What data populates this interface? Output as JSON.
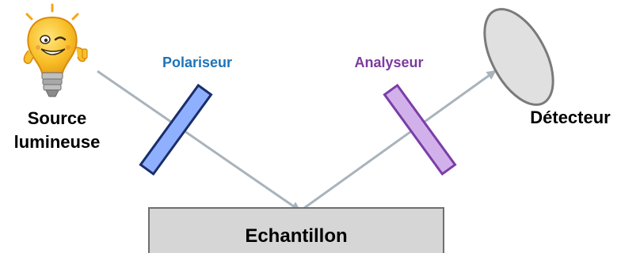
{
  "diagram": {
    "source_label_line1": "Source",
    "source_label_line2": "lumineuse",
    "polarizer_label": "Polariseur",
    "analyzer_label": "Analyseur",
    "detector_label": "Détecteur",
    "sample_label": "Echantillon"
  },
  "colors": {
    "beam": "#a9b3bc",
    "polarizer_fill": "#8fb0ff",
    "polarizer_stroke": "#1a2d6b",
    "polarizer_text": "#1f73b7",
    "analyzer_fill": "#d2b1ea",
    "analyzer_stroke": "#7a3ea8",
    "analyzer_text": "#7b3aa0",
    "detector_fill": "#e0e0e0",
    "detector_stroke": "#7a7a7a",
    "sample_fill": "#d6d6d6",
    "sample_stroke": "#6f6f6f",
    "bulb_color": "#f6b61c"
  },
  "icons": {
    "source": "light-bulb-icon"
  }
}
